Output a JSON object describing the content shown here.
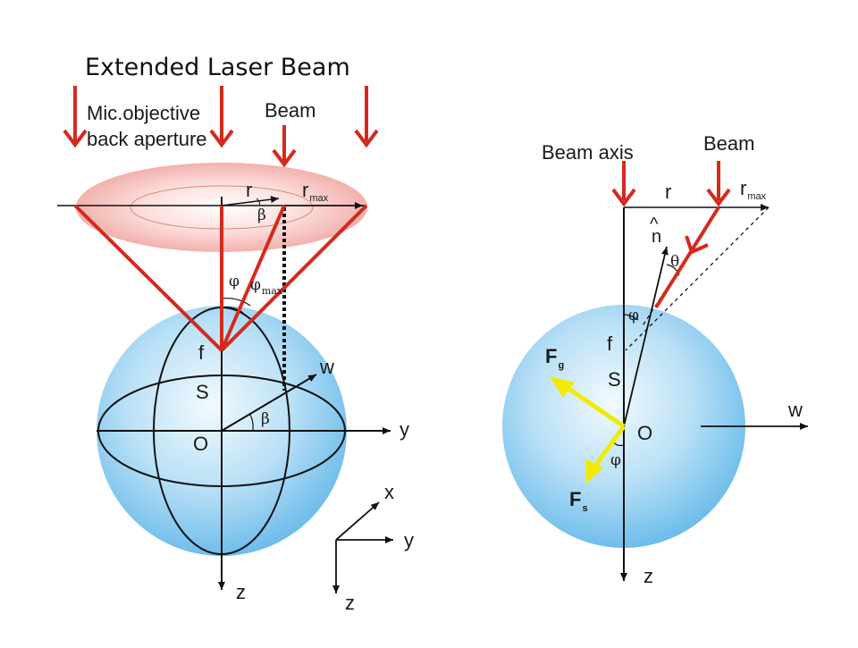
{
  "title": "Extended Laser Beam",
  "left": {
    "mic_objective_line1": "Mic.objective",
    "mic_objective_line2": "back aperture",
    "beam": "Beam",
    "r": "r",
    "r_max_base": "r",
    "r_max_sub": "max",
    "beta_top": "β",
    "phi": "φ",
    "phi_max_base": "φ",
    "phi_max_sub": "max",
    "f": "f",
    "S": "S",
    "w": "w",
    "beta_eq": "β",
    "O": "O",
    "y": "y",
    "z": "z",
    "axes_x": "x",
    "axes_y": "y",
    "axes_z": "z"
  },
  "right": {
    "beam_axis": "Beam axis",
    "beam": "Beam",
    "r": "r",
    "r_max_base": "r",
    "r_max_sub": "max",
    "n_hat": "n",
    "n_hat_mark": "^",
    "theta": "θ",
    "phi_top": "φ",
    "f": "f",
    "S": "S",
    "Fg_base": "F",
    "Fg_sub": "g",
    "w": "w",
    "O": "O",
    "phi_bottom": "φ",
    "Fs_base": "F",
    "Fs_sub": "s",
    "z": "z"
  },
  "colors": {
    "beam_red": "#d42a1e",
    "sphere_light": "#e8f5fc",
    "sphere_dark": "#7cc4ee",
    "aperture_pink": "#f6b9b5",
    "force_yellow": "#f5f000",
    "line_black": "#111111"
  }
}
